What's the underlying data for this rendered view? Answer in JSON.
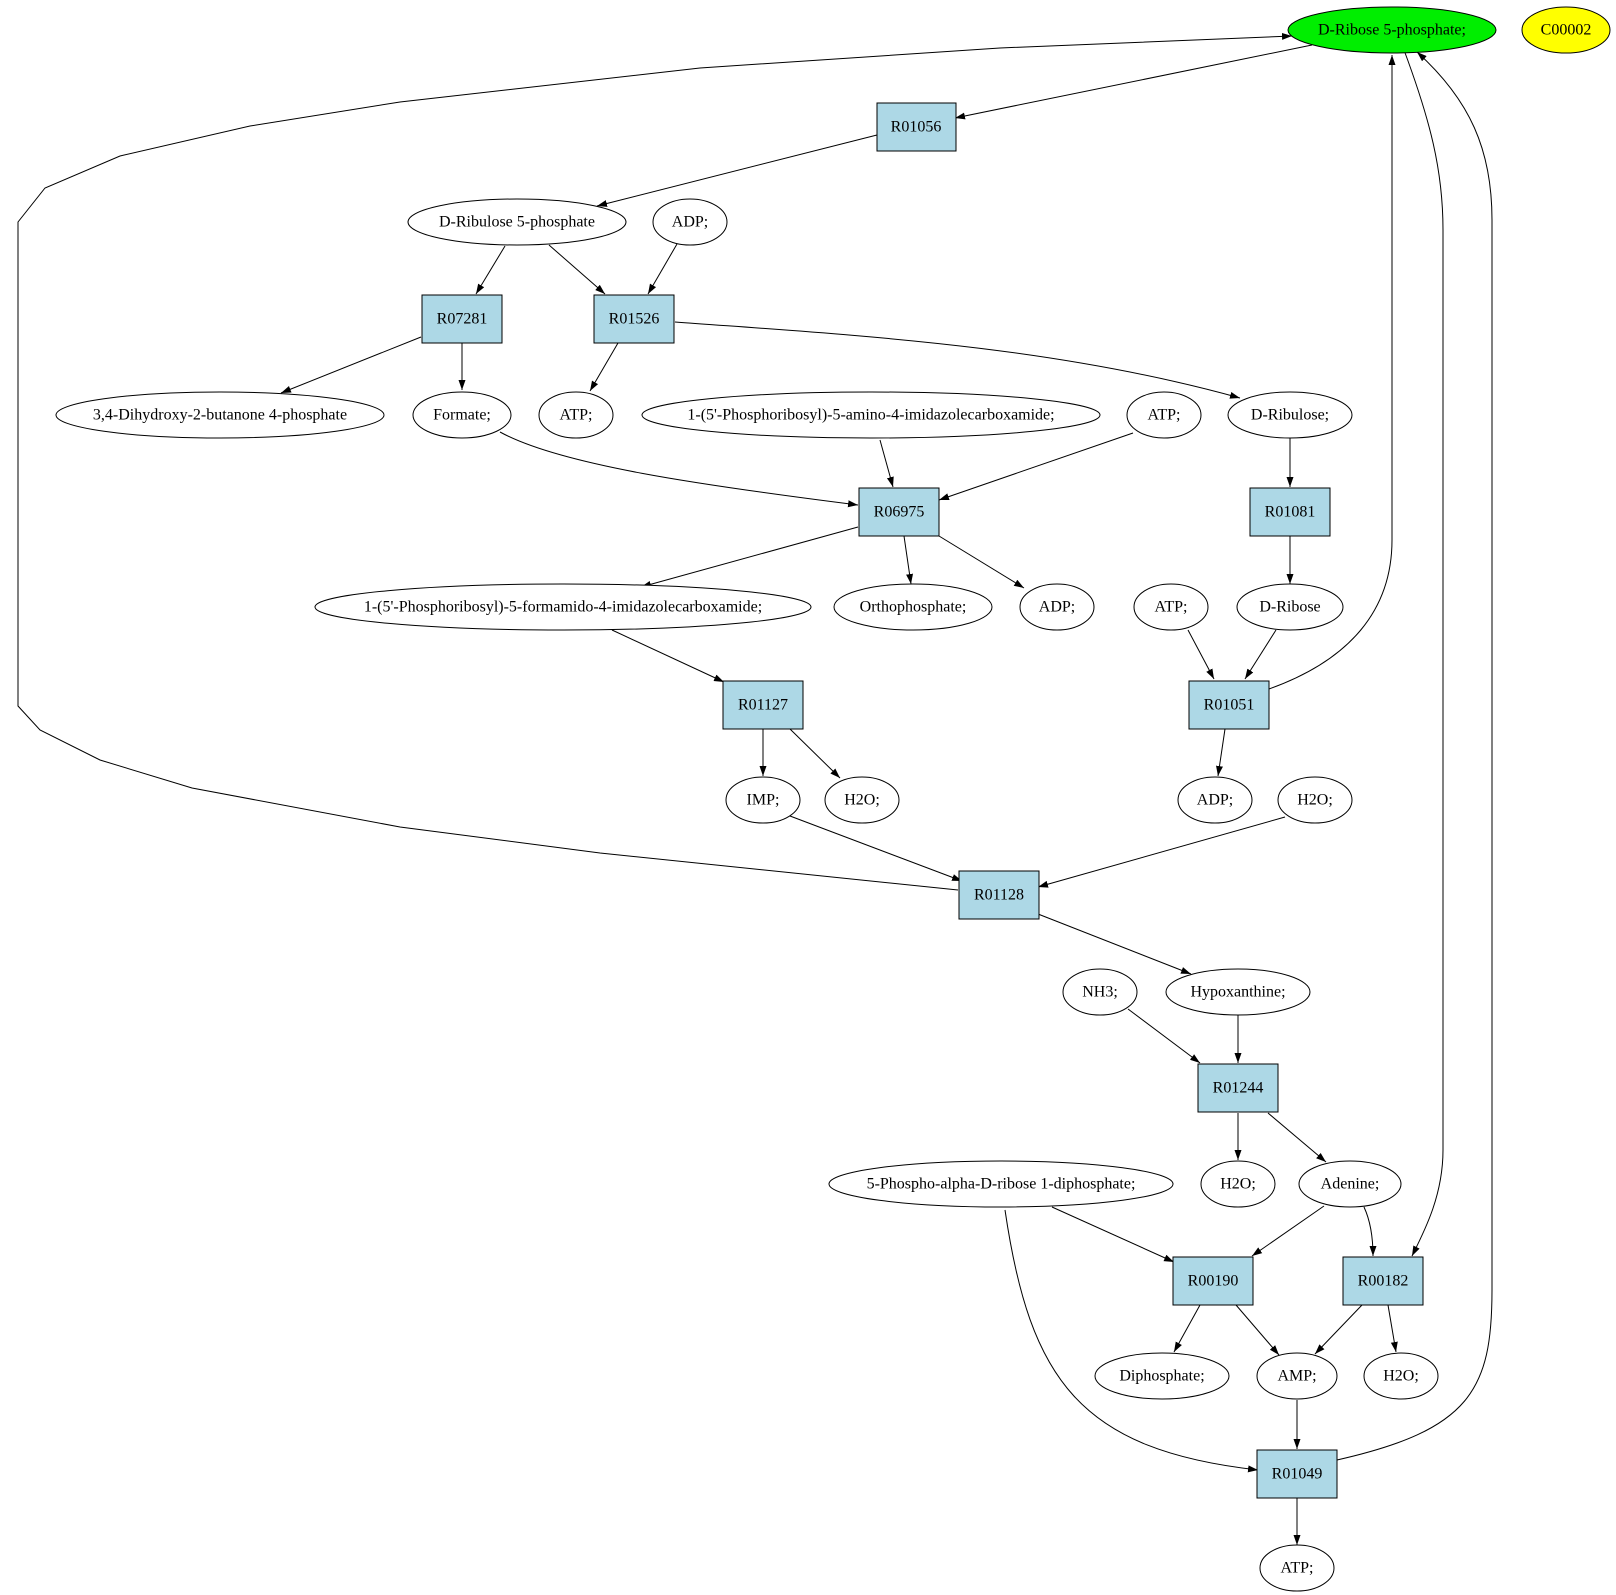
{
  "colors": {
    "reaction_fill": "#add8e6",
    "highlight_fill": "#00ee00",
    "query_fill": "#ffff00",
    "compound_fill": "#ffffff",
    "stroke": "#000000"
  },
  "nodes": {
    "ribose5p": "D-Ribose 5-phosphate;",
    "c00002": "C00002",
    "r01056": "R01056",
    "ribulose5p": "D-Ribulose 5-phosphate",
    "adp1": "ADP;",
    "r07281": "R07281",
    "r01526": "R01526",
    "dihydroxy": "3,4-Dihydroxy-2-butanone 4-phosphate",
    "formate": "Formate;",
    "atp1": "ATP;",
    "aicar": "1-(5'-Phosphoribosyl)-5-amino-4-imidazolecarboxamide;",
    "atp2": "ATP;",
    "ribulose": "D-Ribulose;",
    "r06975": "R06975",
    "r01081": "R01081",
    "faicar": "1-(5'-Phosphoribosyl)-5-formamido-4-imidazolecarboxamide;",
    "orthophosphate": "Orthophosphate;",
    "adp2": "ADP;",
    "atp3": "ATP;",
    "ribose": "D-Ribose",
    "r01127": "R01127",
    "r01051": "R01051",
    "imp": "IMP;",
    "h2o1": "H2O;",
    "adp3": "ADP;",
    "h2o2": "H2O;",
    "r01128": "R01128",
    "nh3": "NH3;",
    "hypoxanthine": "Hypoxanthine;",
    "r01244": "R01244",
    "prpp": "5-Phospho-alpha-D-ribose 1-diphosphate;",
    "h2o3": "H2O;",
    "adenine": "Adenine;",
    "r00190": "R00190",
    "r00182": "R00182",
    "diphosphate": "Diphosphate;",
    "amp": "AMP;",
    "h2o4": "H2O;",
    "r01049": "R01049",
    "atp4": "ATP;"
  }
}
